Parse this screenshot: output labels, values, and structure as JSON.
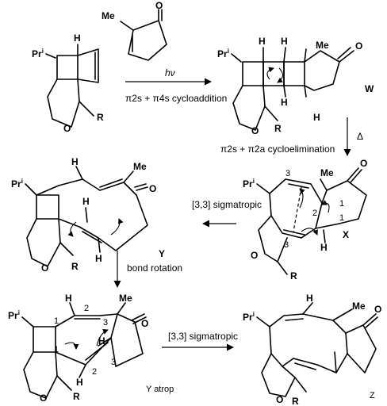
{
  "atoms": {
    "me": "Me",
    "o": "O",
    "h": "H",
    "r": "R",
    "pri": "Pr",
    "pri_sup": "i"
  },
  "reagent_label": "hν",
  "step1_condition": "π2s + π4s cycloaddition",
  "step2_condition": "π2s + π2a cycloelimination",
  "step2_reagent": "Δ",
  "step3_condition": "[3,3] sigmatropic",
  "step4_condition": "bond rotation",
  "step5_condition": "[3,3] sigmatropic",
  "compounds": {
    "w": "W",
    "x": "X",
    "y": "Y",
    "y_atrop": "Y atrop",
    "z": "Z"
  },
  "locants": {
    "one": "1",
    "two": "2",
    "three": "3"
  }
}
